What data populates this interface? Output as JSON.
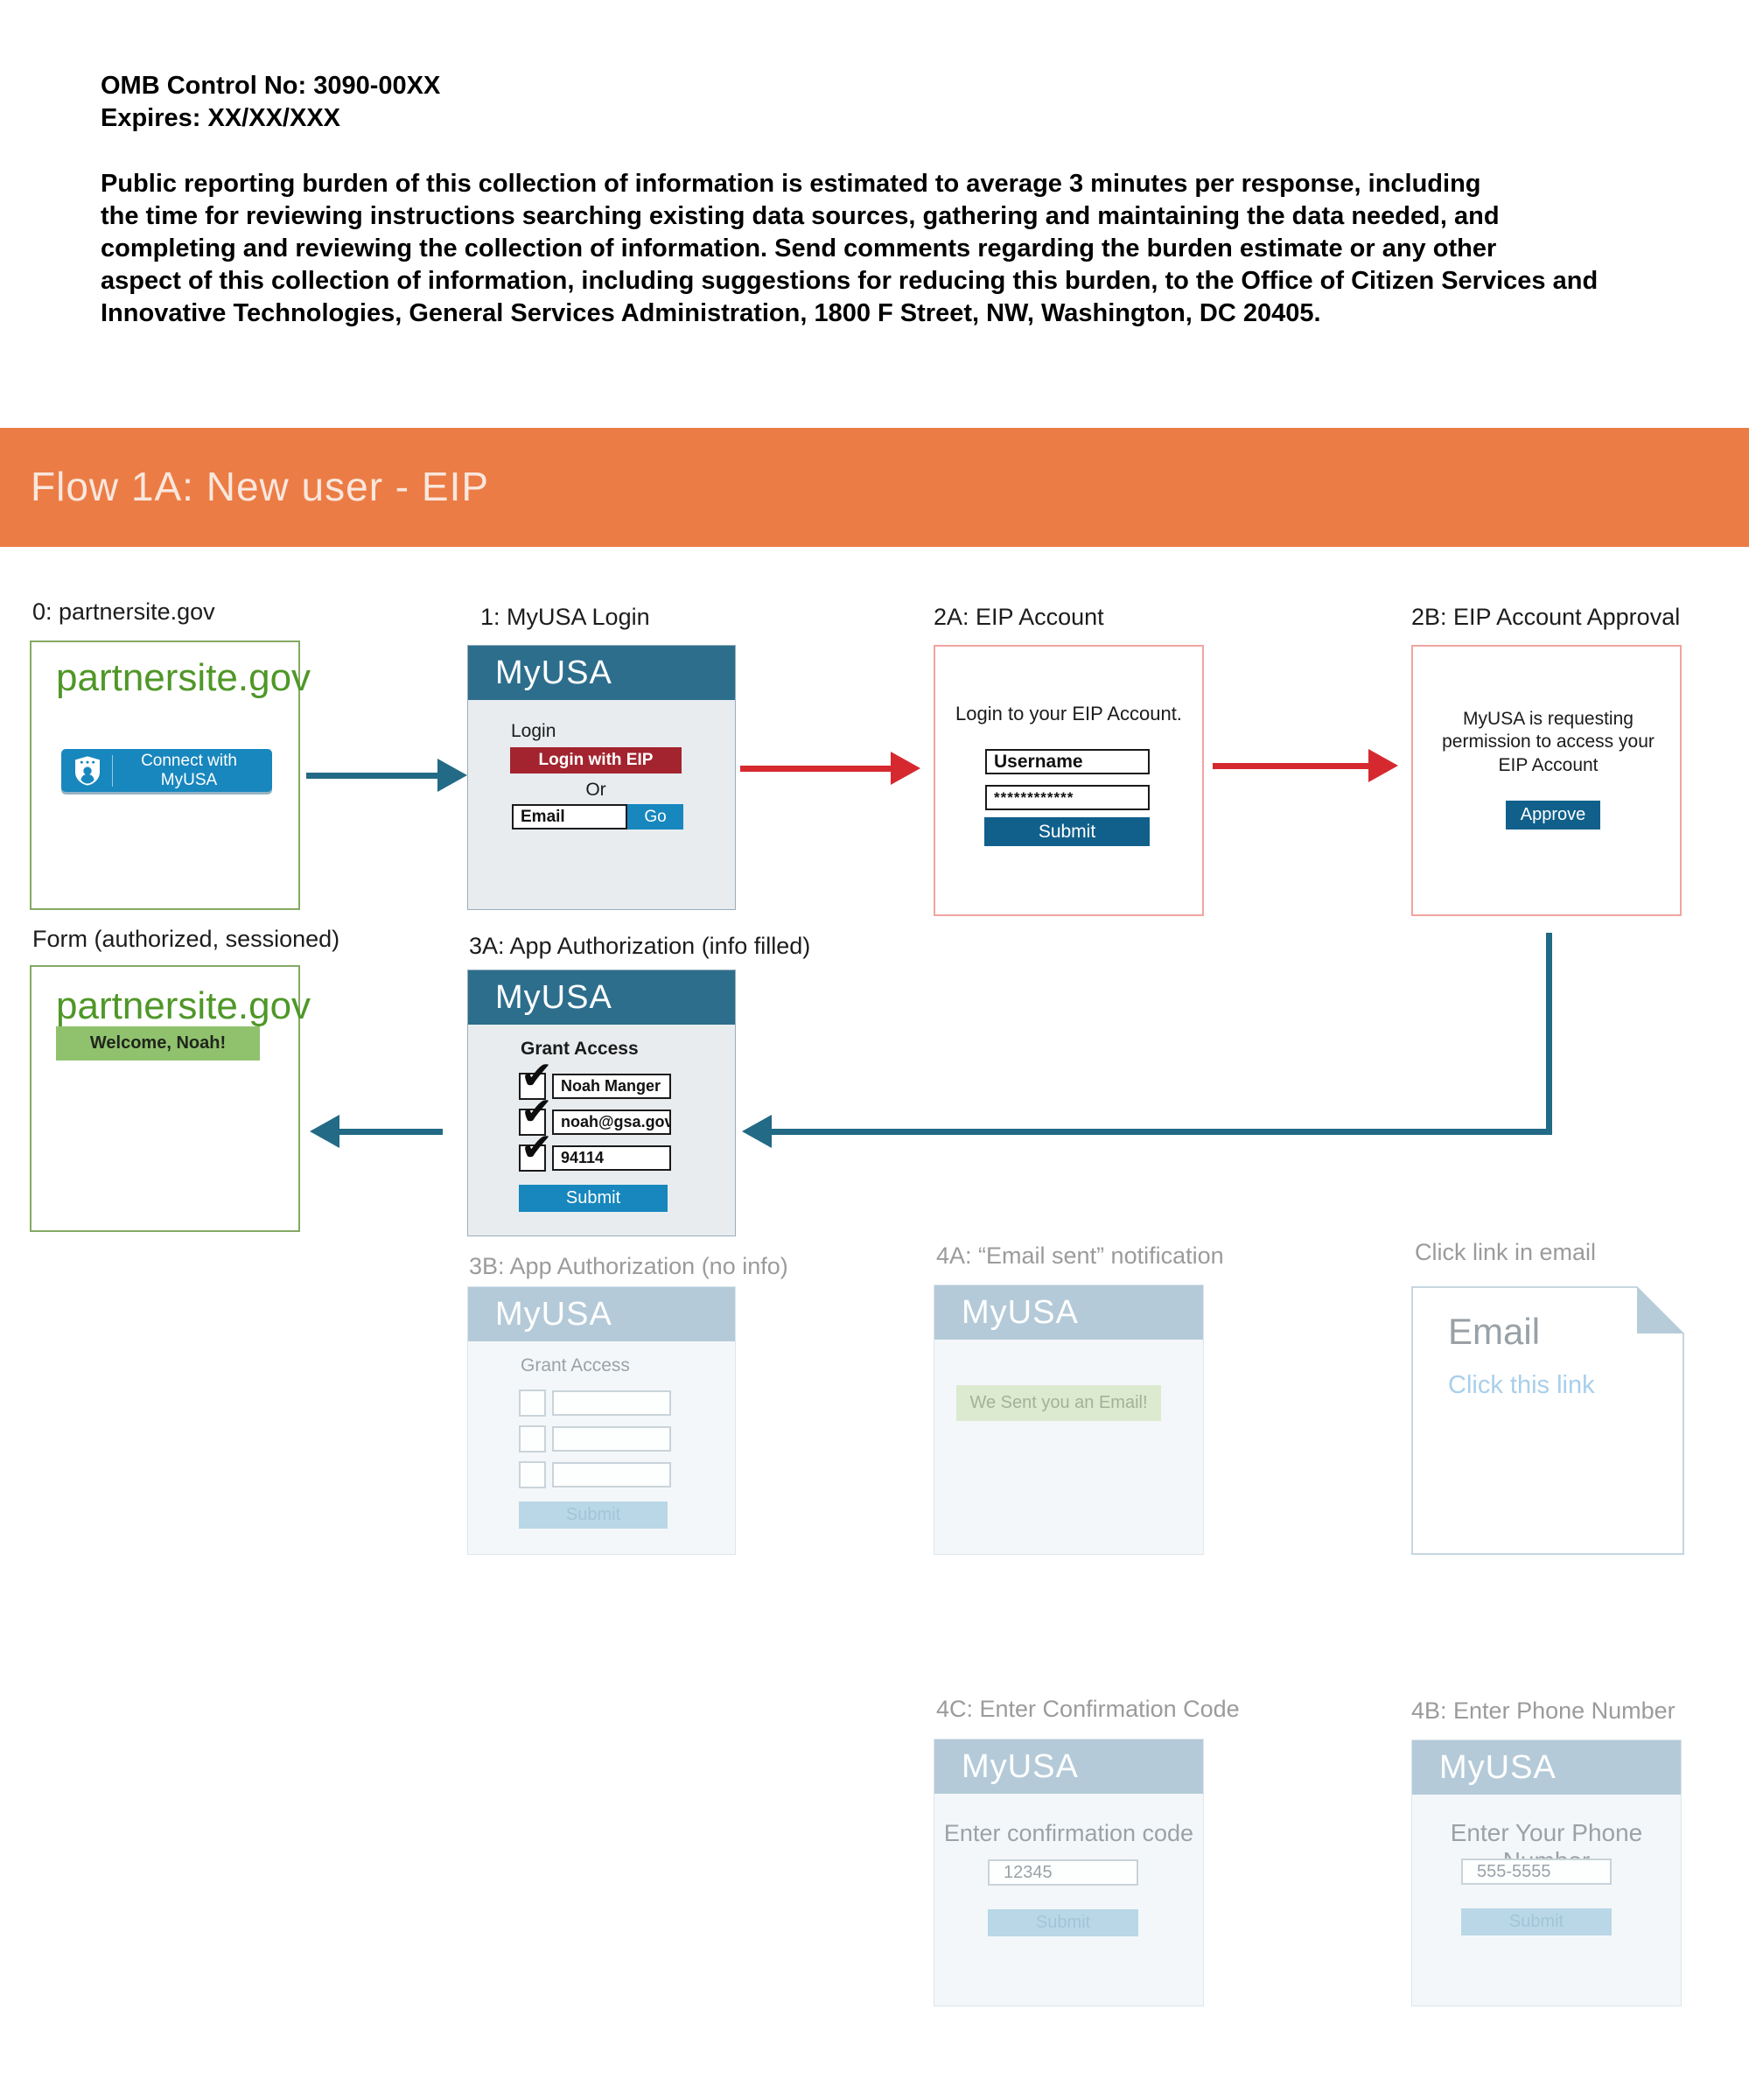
{
  "omb": {
    "control_no": "OMB Control No: 3090-00XX",
    "expires": "Expires: XX/XX/XXX",
    "burden": "Public reporting burden of this collection of information is estimated to average 3 minutes per response, including\nthe time for reviewing instructions searching existing data sources, gathering and maintaining the data needed, and\ncompleting and reviewing the collection of information. Send comments regarding the burden estimate or any other\naspect of this collection of information, including suggestions for reducing this burden, to the Office of Citizen Services and\nInnovative Technologies, General Services Administration, 1800 F Street, NW, Washington, DC 20405."
  },
  "banner": {
    "title": "Flow 1A: New user - EIP"
  },
  "palette": {
    "banner_orange": "#EC7C45",
    "header_teal": "#2d6e8d",
    "arrow_teal": "#226a85",
    "arrow_red": "#d6292f",
    "button_red": "#a3242e",
    "button_bright_blue": "#1787be",
    "button_dark_blue": "#11608c",
    "partner_green_text": "#4f9727",
    "partner_green_border": "#84a963",
    "welcome_green": "#90c26e",
    "pink_border": "#f2a4a0",
    "disabled_header": "#b4cad8",
    "disabled_button": "#b9d7e7",
    "email_sent_green": "#dcead0"
  },
  "screens": {
    "s0": {
      "label": "0: partnersite.gov",
      "site": "partnersite.gov",
      "connect_button": "Connect with MyUSA"
    },
    "s1": {
      "label": "1: MyUSA Login",
      "brand": "MyUSA",
      "login_label": "Login",
      "eip_button": "Login with EIP",
      "or": "Or",
      "email_placeholder": "Email",
      "go_button": "Go"
    },
    "s2a": {
      "label": "2A: EIP Account",
      "prompt": "Login to your EIP Account.",
      "username_placeholder": "Username",
      "password_value": "************",
      "submit_button": "Submit"
    },
    "s2b": {
      "label": "2B: EIP Account Approval",
      "prompt": "MyUSA is requesting permission to access your EIP Account",
      "approve_button": "Approve"
    },
    "form": {
      "label": "Form (authorized, sessioned)",
      "site": "partnersite.gov",
      "welcome": "Welcome, Noah!"
    },
    "s3a": {
      "label": "3A: App Authorization (info filled)",
      "brand": "MyUSA",
      "grant_label": "Grant Access",
      "fields": [
        "Noah Manger",
        "noah@gsa.gov",
        "94114"
      ],
      "submit_button": "Submit"
    },
    "s3b": {
      "label": "3B: App Authorization (no info)",
      "brand": "MyUSA",
      "grant_label": "Grant Access",
      "submit_button": "Submit"
    },
    "s4a": {
      "label": "4A: “Email sent” notification",
      "brand": "MyUSA",
      "notice": "We Sent you an Email!"
    },
    "email": {
      "label": "Click link in email",
      "title": "Email",
      "link": "Click this link"
    },
    "s4c": {
      "label": "4C: Enter Confirmation Code",
      "brand": "MyUSA",
      "prompt": "Enter confirmation code",
      "code_value": "12345",
      "submit_button": "Submit"
    },
    "s4b": {
      "label": "4B: Enter Phone Number",
      "brand": "MyUSA",
      "prompt": "Enter Your Phone Number",
      "phone_value": "555-5555",
      "submit_button": "Submit"
    }
  },
  "edges": [
    {
      "from": "0: partnersite.gov",
      "to": "1: MyUSA Login",
      "color": "teal"
    },
    {
      "from": "1: MyUSA Login",
      "to": "2A: EIP Account",
      "color": "red"
    },
    {
      "from": "2A: EIP Account",
      "to": "2B: EIP Account Approval",
      "color": "red"
    },
    {
      "from": "2B: EIP Account Approval",
      "to": "3A: App Authorization (info filled)",
      "color": "teal"
    },
    {
      "from": "3A: App Authorization (info filled)",
      "to": "Form (authorized, sessioned)",
      "color": "teal"
    }
  ]
}
